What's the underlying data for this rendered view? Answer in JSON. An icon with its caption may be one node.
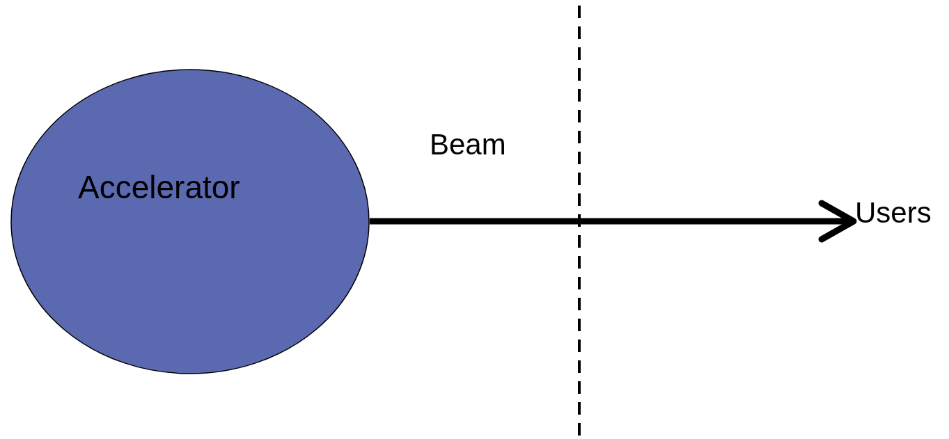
{
  "diagram": {
    "nodes": [
      {
        "text": [
          "Accelerator"
        ]
      },
      {
        "text": [
          "Users"
        ]
      }
    ],
    "edges": [
      {
        "from": 0,
        "to": 1,
        "arrow": "to",
        "label": "Beam"
      }
    ]
  }
}
